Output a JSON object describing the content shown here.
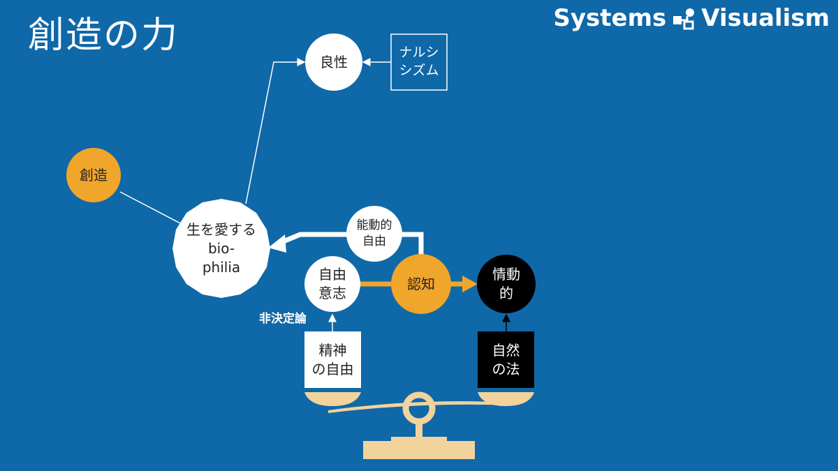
{
  "title": "創造の力",
  "brand": {
    "word1": "Systems",
    "word2": "Visualism",
    "logo_icon": "systems-visualism-logo"
  },
  "nodes": {
    "ryosei": "良性",
    "narcissism": "ナルシ\nシズム",
    "sozo": "創造",
    "biophilia": "生を愛する\nbio-\nphilia",
    "active_freedom": "能動的\n自由",
    "free_will": "自由\n意志",
    "ninchi": "認知",
    "emotional": "情動\n的",
    "spiritual_freedom": "精神\nの自由",
    "natural_law": "自然\nの法"
  },
  "labels": {
    "indeterminism": "非決定論"
  },
  "colors": {
    "background": "#0f68a8",
    "white": "#ffffff",
    "orange": "#f0a52b",
    "black": "#000000",
    "scale": "#f2d39b"
  }
}
